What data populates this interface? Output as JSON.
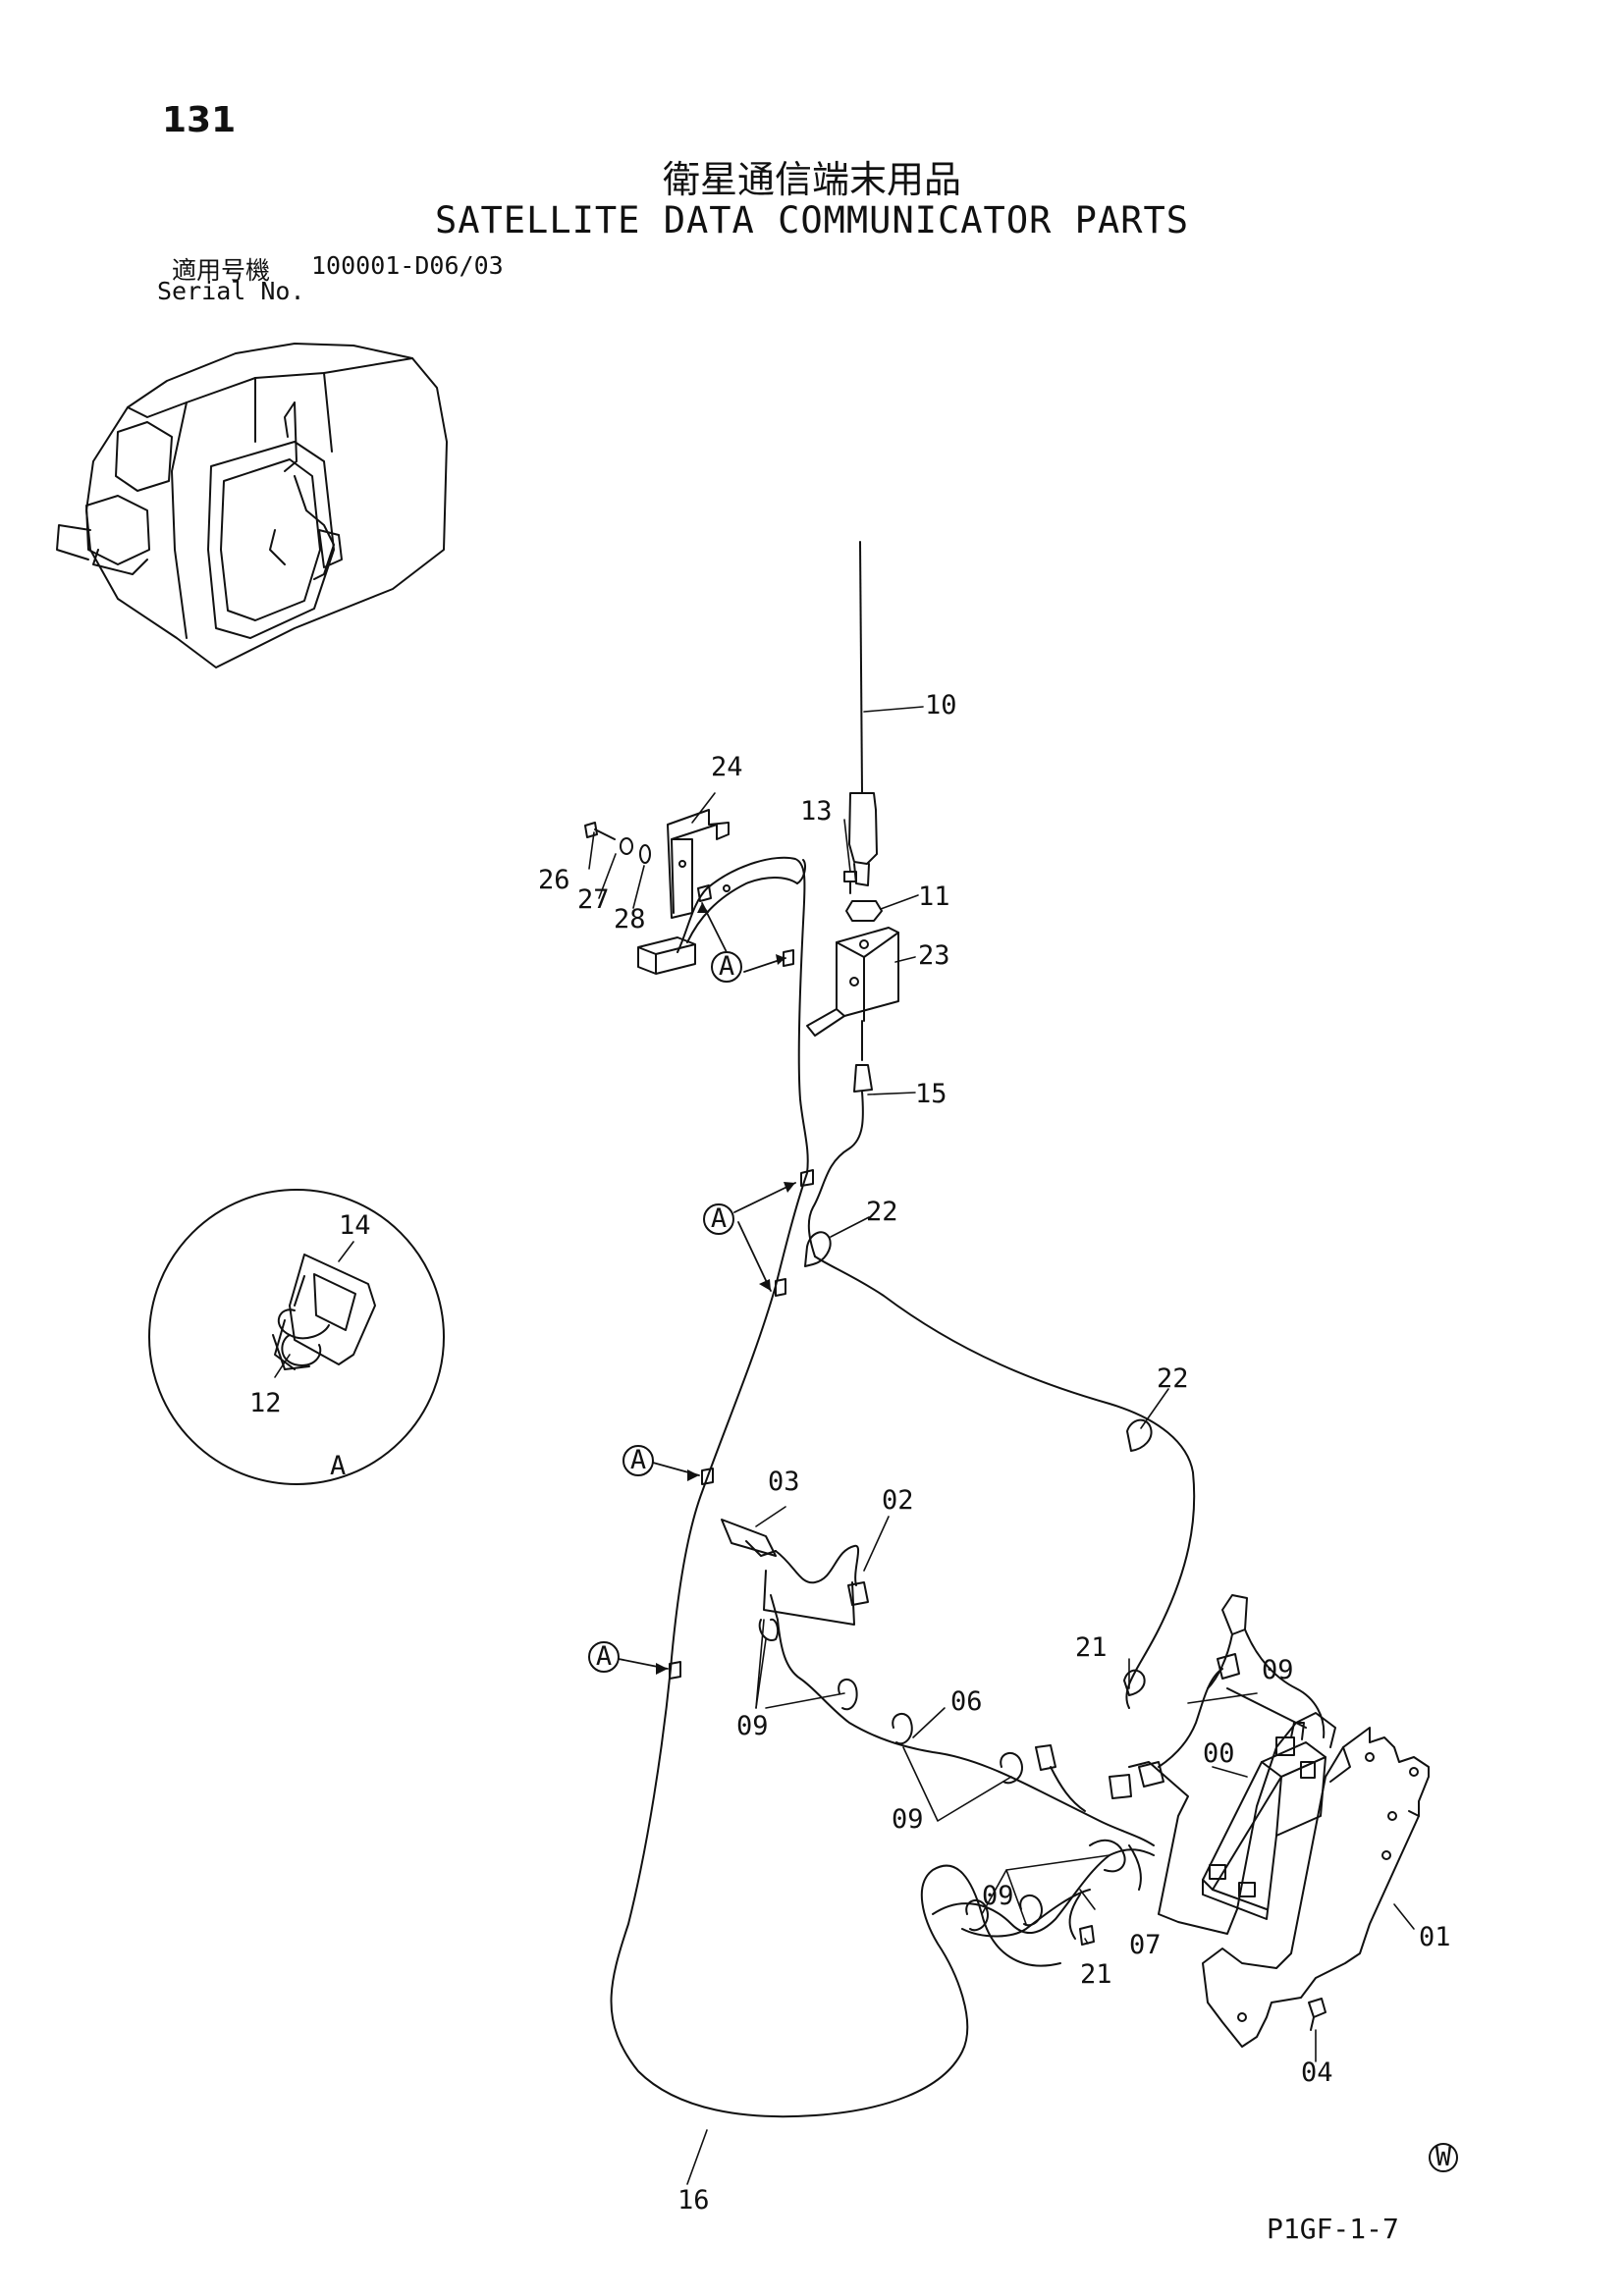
{
  "page_number": "131",
  "title_jp": "衛星通信端末用品",
  "title_en": "SATELLITE DATA COMMUNICATOR PARTS",
  "serial": {
    "label_jp": "適用号機",
    "value": "100001-D06/03",
    "label_en": "Serial No."
  },
  "detail": {
    "circle_label": "A",
    "callout_marker": "A"
  },
  "part_labels": {
    "p00": "00",
    "p01": "01",
    "p02": "02",
    "p03": "03",
    "p04": "04",
    "p06": "06",
    "p07": "07",
    "p09": "09",
    "p10": "10",
    "p11": "11",
    "p12": "12",
    "p13": "13",
    "p14": "14",
    "p15": "15",
    "p16": "16",
    "p21": "21",
    "p22": "22",
    "p23": "23",
    "p24": "24",
    "p26": "26",
    "p27": "27",
    "p28": "28"
  },
  "mark": "W",
  "drawing_code": "P1GF-1-7"
}
